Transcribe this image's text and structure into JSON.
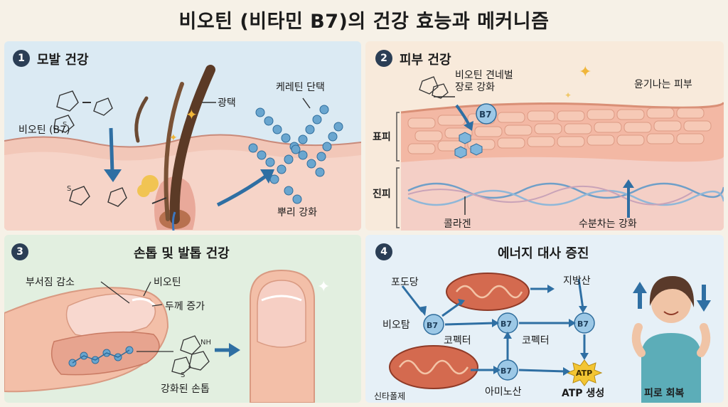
{
  "title": "비오틴 (비타민 B7)의 건강 효능과 메커니즘",
  "panels": [
    {
      "number": "1",
      "title": "모발 건강",
      "labels": {
        "biotin": "비오틴 (B7)",
        "gloss": "광택",
        "keratin": "케레틴 단택",
        "root": "뿌리 강화"
      }
    },
    {
      "number": "2",
      "title": "피부 건강",
      "labels": {
        "barrier": "비오틴 견네벌\n장로 강화",
        "glow": "윤기나는 피부",
        "epidermis": "표피",
        "dermis": "진피",
        "collagen": "콜라겐",
        "moisture": "수분차는 강화",
        "b7": "B7"
      }
    },
    {
      "number": "3",
      "title": "손톱 및 발톱 건강",
      "labels": {
        "brittle": "부서짐 감소",
        "biotin": "비오틴",
        "thickness": "두께 증가",
        "strong": "강화된 손톱"
      }
    },
    {
      "number": "4",
      "title": "에너지 대사 증진",
      "labels": {
        "glucose": "포도당",
        "biotin": "비오탐",
        "coenzyme1": "코펙터",
        "coenzyme2": "코펙터",
        "fatty": "지방산",
        "amino": "아미노산",
        "atp": "ATP 생성",
        "fatigue": "피로 회복",
        "mito": "신타폴제",
        "atp_badge": "ATP",
        "b7": "B7"
      }
    }
  ],
  "colors": {
    "accent": "#2b3e55",
    "arrow": "#2f6fa3",
    "mito": "#c9563f",
    "keratin": "#6aa6cf"
  }
}
